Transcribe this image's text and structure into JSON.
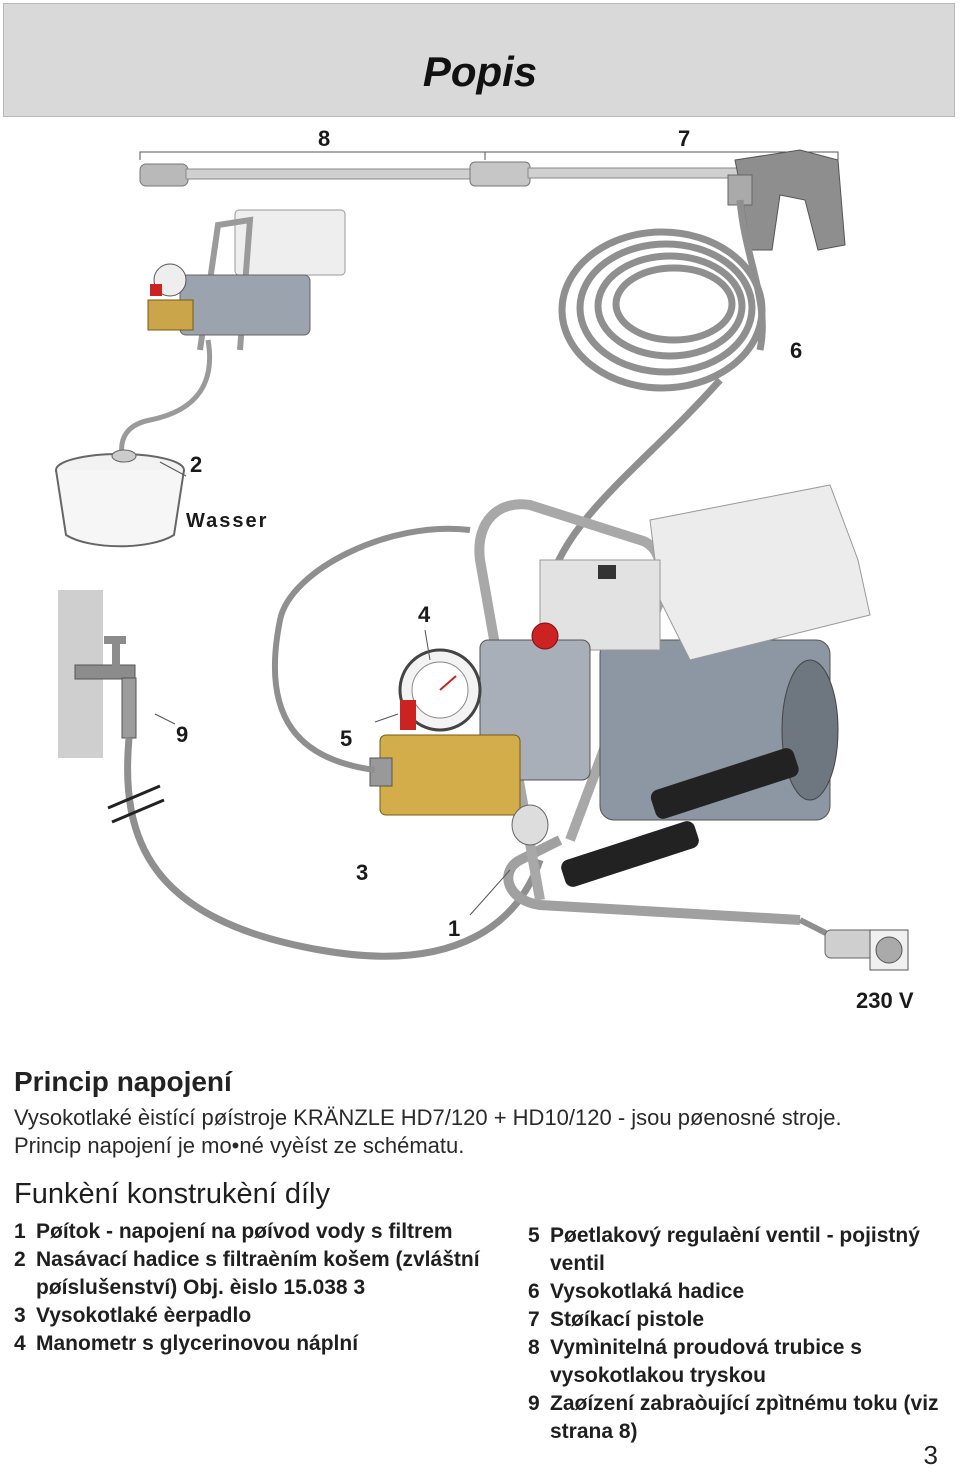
{
  "header": {
    "title": "Popis"
  },
  "figure": {
    "labels": {
      "l8": "8",
      "l7": "7",
      "l6": "6",
      "l2": "2",
      "wasser": "Wasser",
      "l4": "4",
      "l9": "9",
      "l5": "5",
      "l3": "3",
      "l1": "1",
      "voltage": "230 V"
    }
  },
  "principle": {
    "heading": "Princip napojení",
    "text": "Vysokotlaké èistící pøístroje KRÄNZLE HD7/120 + HD10/120 - jsou pøenosné stroje. Princip napojení je mo•né vyèíst ze schématu."
  },
  "parts": {
    "heading": "Funkèní konstrukèní díly",
    "left": [
      {
        "num": "1",
        "text": "Pøítok - napojení na pøívod vody s filtrem"
      },
      {
        "num": "2",
        "text": "Nasávací hadice s filtraèním košem (zvláštní pøíslušenství) Obj. èislo 15.038 3"
      },
      {
        "num": "3",
        "text": "Vysokotlaké èerpadlo"
      },
      {
        "num": "4",
        "text": "Manometr s glycerinovou náplní"
      }
    ],
    "right": [
      {
        "num": "5",
        "text": "Pøetlakový regulaèní ventil - pojistný ventil"
      },
      {
        "num": "6",
        "text": "Vysokotlaká hadice"
      },
      {
        "num": "7",
        "text": "Støíkací pistole"
      },
      {
        "num": "8",
        "text": "Vymìnitelná proudová trubice s vysokotlakou tryskou"
      },
      {
        "num": "9",
        "text": "Zaøízení zabraòující zpìtnému toku (viz strana 8)"
      }
    ]
  },
  "page_number": "3"
}
